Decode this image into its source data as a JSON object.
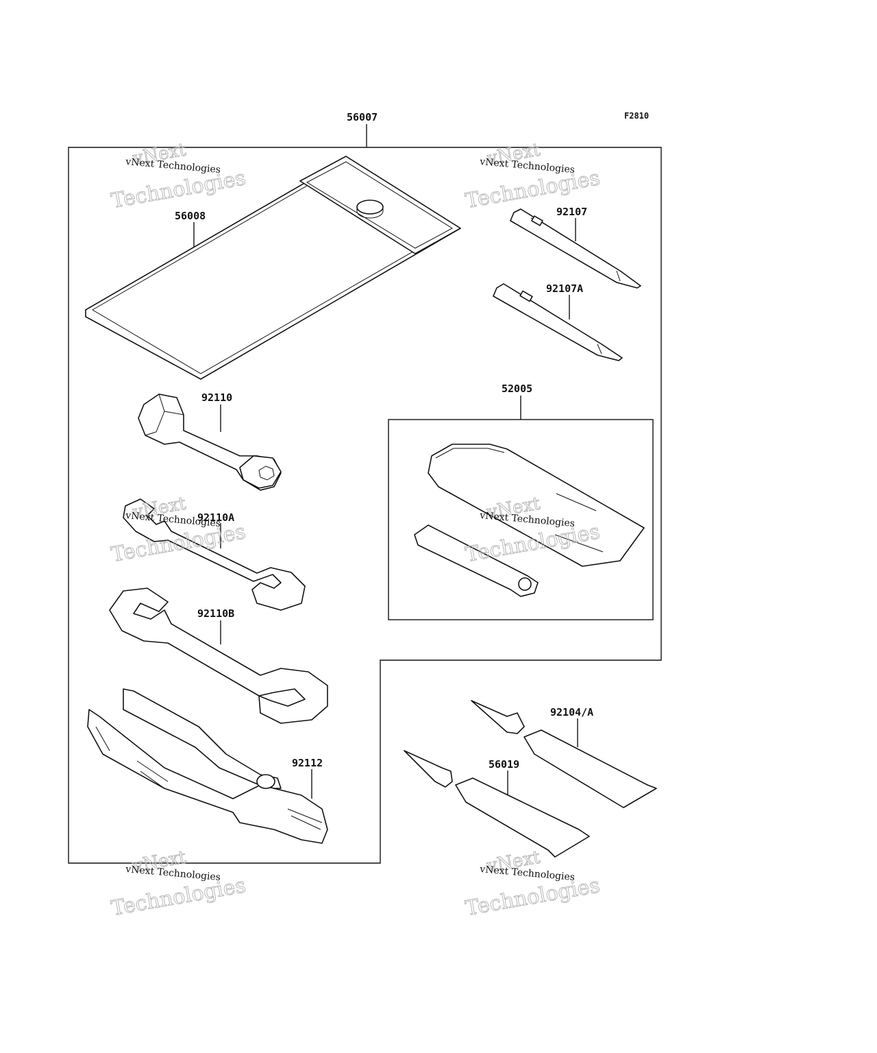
{
  "figure_code": "F2810",
  "parts": {
    "tool_kit": "56007",
    "case": "56008",
    "screwdriver": "92107",
    "screwdriver_a": "92107A",
    "spark_plug_wrench": "92110",
    "wrench_a": "92110A",
    "wrench_b": "92110B",
    "pliers": "92112",
    "tire_kit": "52005",
    "grease_a": "92104/A",
    "grease": "56019"
  },
  "watermark": {
    "line1": "vNext Technologies",
    "big_top": "vNext",
    "big_bottom": "Technologies"
  }
}
